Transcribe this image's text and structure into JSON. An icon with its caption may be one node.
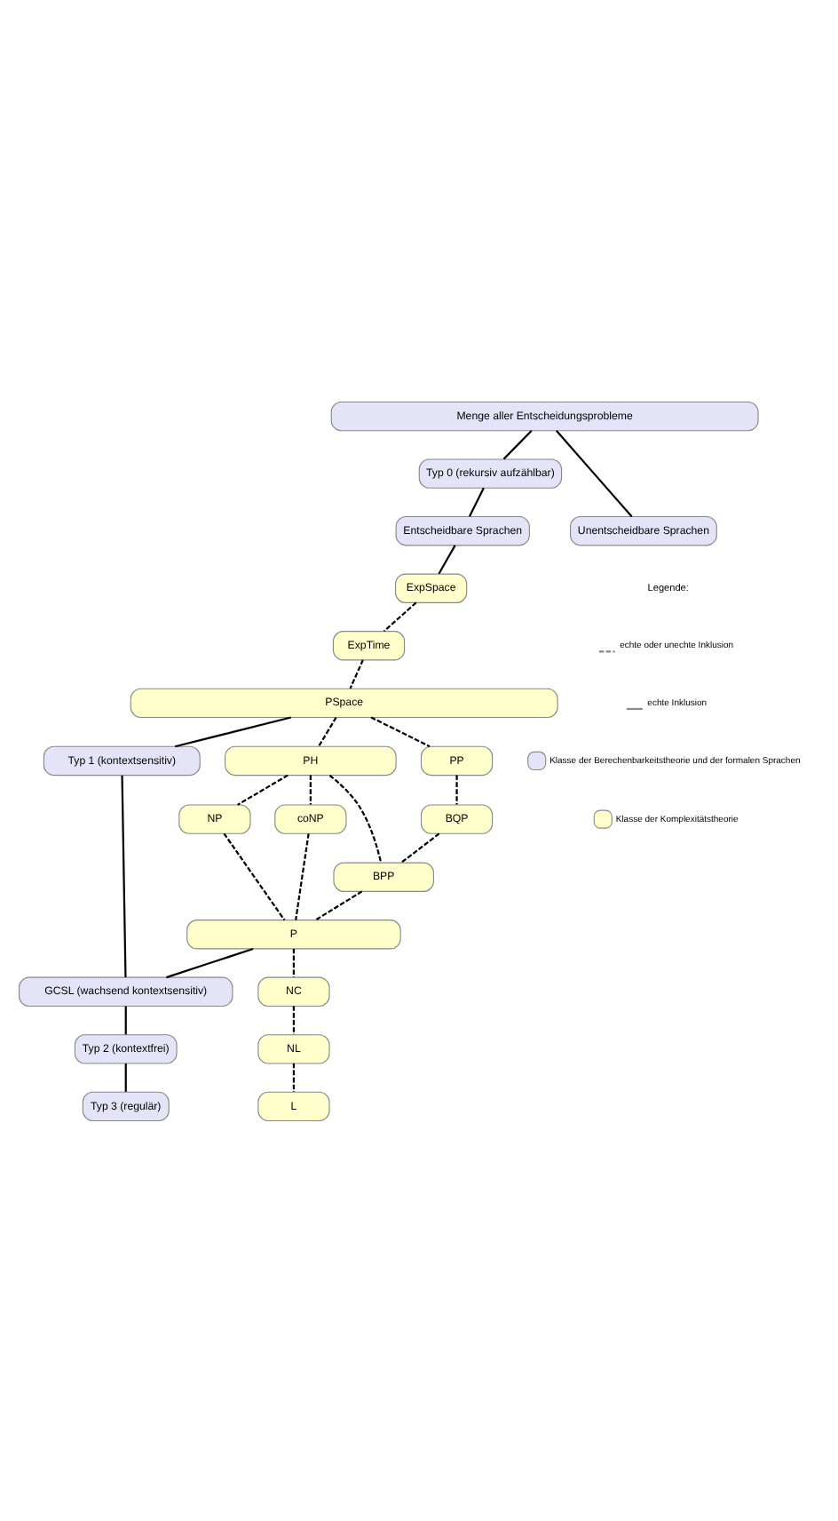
{
  "diagram": {
    "nodes": [
      {
        "text": [
          "Menge aller Entscheidungsprobleme"
        ]
      },
      {
        "text": [
          "Typ 0 (rekursiv aufzählbar)"
        ]
      },
      {
        "text": [
          "Entscheidbare Sprachen"
        ]
      },
      {
        "text": [
          "Unentscheidbare Sprachen"
        ]
      },
      {
        "text": [
          "ExpSpace"
        ]
      },
      {
        "text": [
          "ExpTime"
        ]
      },
      {
        "text": [
          "PSpace"
        ]
      },
      {
        "text": [
          "Typ 1 (kontextsensitiv)"
        ]
      },
      {
        "text": [
          "PH"
        ]
      },
      {
        "text": [
          "PP"
        ]
      },
      {
        "text": [
          "NP"
        ]
      },
      {
        "text": [
          "coNP"
        ]
      },
      {
        "text": [
          "BQP"
        ]
      },
      {
        "text": [
          "BPP"
        ]
      },
      {
        "text": [
          "P"
        ]
      },
      {
        "text": [
          "GCSL (wachsend kontextsensitiv)"
        ]
      },
      {
        "text": [
          "NC"
        ]
      },
      {
        "text": [
          "Typ 2 (kontextfrei)"
        ]
      },
      {
        "text": [
          "NL"
        ]
      },
      {
        "text": [
          "Typ 3 (regulär)"
        ]
      },
      {
        "text": [
          "L"
        ]
      }
    ],
    "edges": [
      {
        "from": 0,
        "to": 1,
        "arrow": "none"
      },
      {
        "from": 0,
        "to": 3,
        "arrow": "none"
      },
      {
        "from": 1,
        "to": 2,
        "arrow": "none"
      },
      {
        "from": 2,
        "to": 4,
        "arrow": "none"
      },
      {
        "from": 4,
        "to": 5,
        "arrow": "none",
        "style": "dashed"
      },
      {
        "from": 5,
        "to": 6,
        "arrow": "none",
        "style": "dashed"
      },
      {
        "from": 6,
        "to": 7,
        "arrow": "none"
      },
      {
        "from": 6,
        "to": 8,
        "arrow": "none",
        "style": "dashed"
      },
      {
        "from": 6,
        "to": 9,
        "arrow": "none",
        "style": "dashed"
      },
      {
        "from": 8,
        "to": 10,
        "arrow": "none",
        "style": "dashed"
      },
      {
        "from": 8,
        "to": 11,
        "arrow": "none",
        "style": "dashed"
      },
      {
        "from": 8,
        "to": 13,
        "arrow": "none",
        "style": "dashed"
      },
      {
        "from": 9,
        "to": 12,
        "arrow": "none",
        "style": "dashed"
      },
      {
        "from": 12,
        "to": 13,
        "arrow": "none",
        "style": "dashed"
      },
      {
        "from": 10,
        "to": 14,
        "arrow": "none",
        "style": "dashed"
      },
      {
        "from": 11,
        "to": 14,
        "arrow": "none",
        "style": "dashed"
      },
      {
        "from": 13,
        "to": 14,
        "arrow": "none",
        "style": "dashed"
      },
      {
        "from": 7,
        "to": 15,
        "arrow": "none"
      },
      {
        "from": 14,
        "to": 15,
        "arrow": "none"
      },
      {
        "from": 14,
        "to": 16,
        "arrow": "none",
        "style": "dashed"
      },
      {
        "from": 15,
        "to": 17,
        "arrow": "none"
      },
      {
        "from": 16,
        "to": 18,
        "arrow": "none",
        "style": "dashed"
      },
      {
        "from": 17,
        "to": 19,
        "arrow": "none"
      },
      {
        "from": 18,
        "to": 20,
        "arrow": "none",
        "style": "dashed"
      }
    ],
    "labels": [
      "Legende:"
    ],
    "legend": [
      {
        "text": "echte oder unechte Inklusion"
      },
      {
        "text": "echte Inklusion"
      },
      {
        "text": "Klasse der Berechenbarkeitstheorie und der formalen Sprachen",
        "color": "#e4e4f8"
      },
      {
        "text": "Klasse der Komplexitätstheorie",
        "color": "#ffffcc"
      }
    ]
  }
}
